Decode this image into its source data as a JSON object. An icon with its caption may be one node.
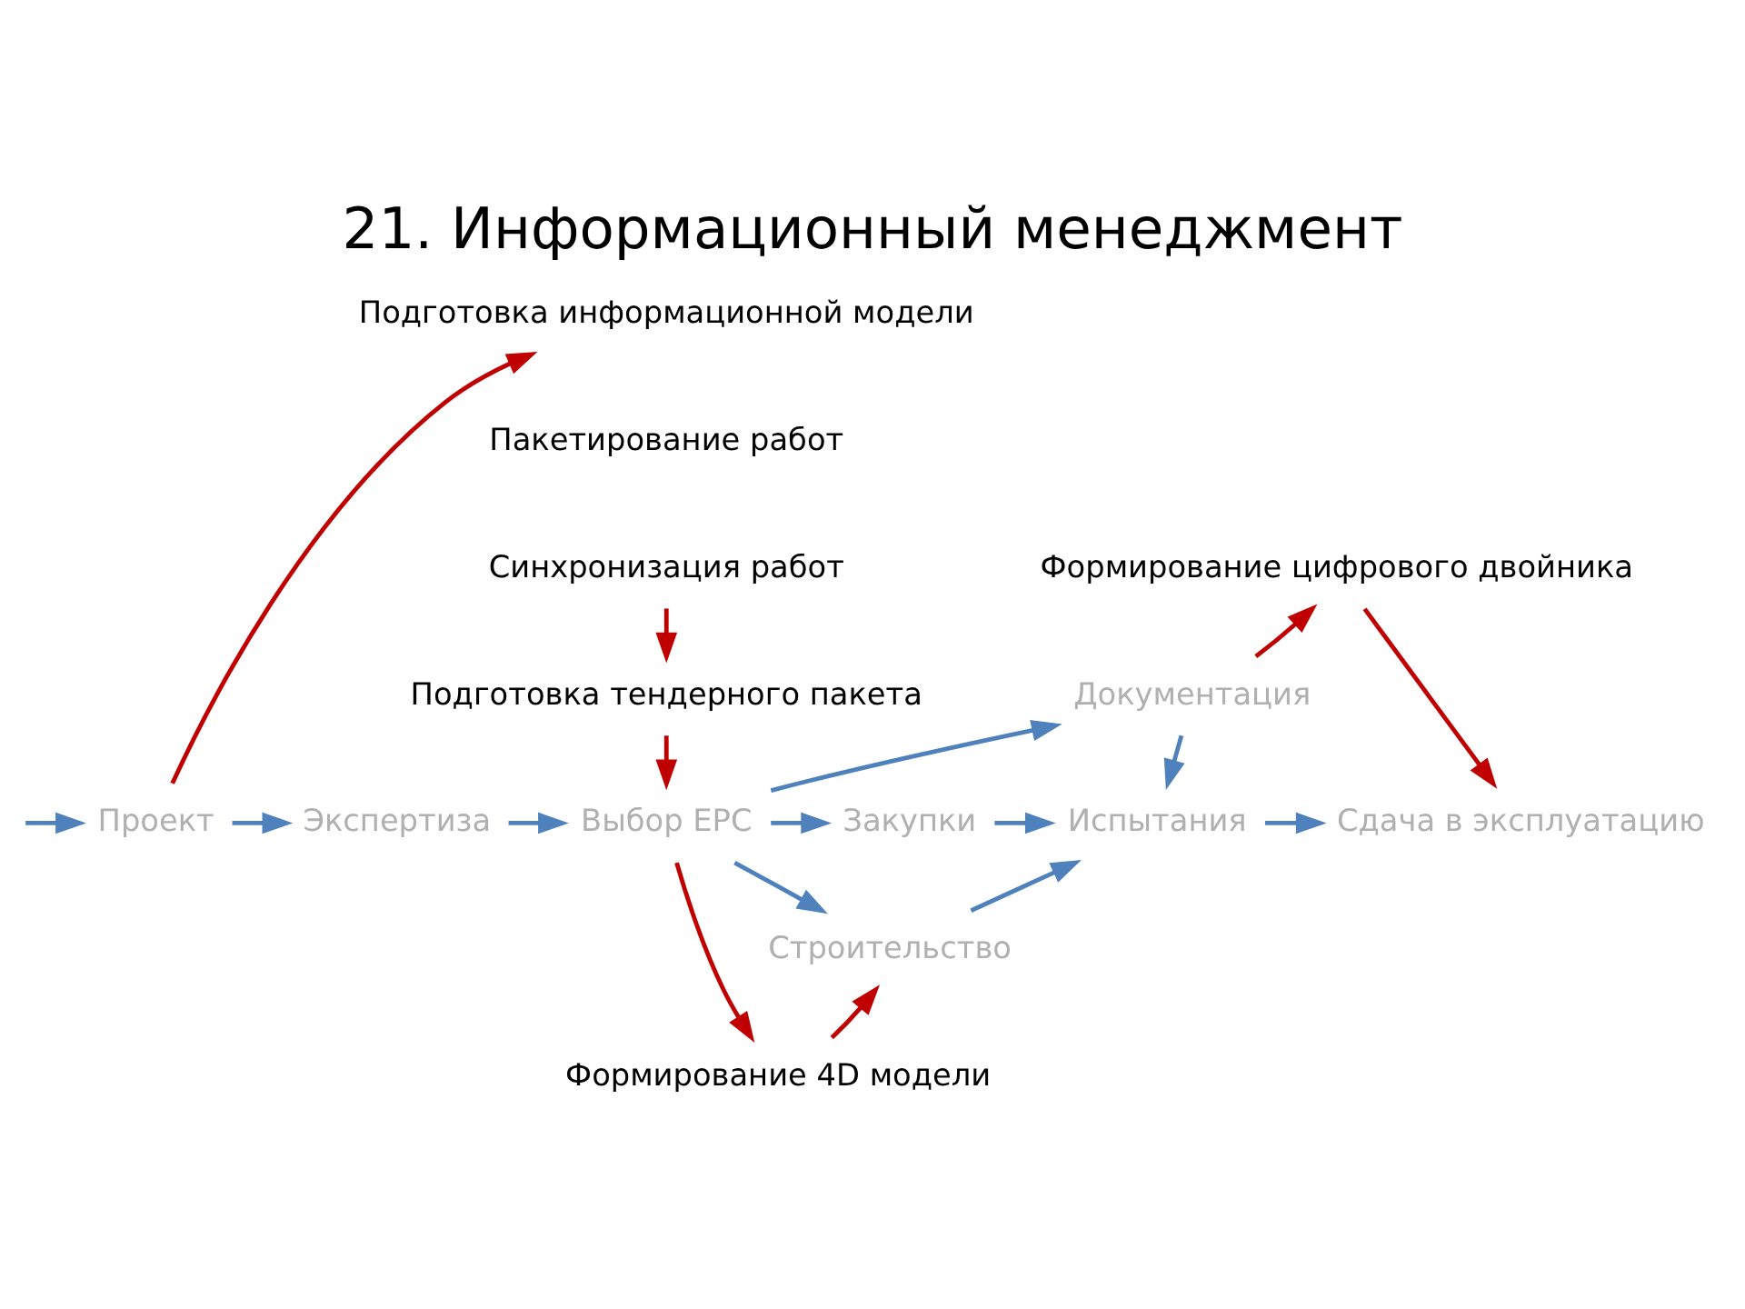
{
  "diagram": {
    "title": "21. Информационный менеджмент",
    "nodes": [
      {
        "text": [
          "Проект"
        ]
      },
      {
        "text": [
          "Экспертиза"
        ]
      },
      {
        "text": [
          "Выбор EPC"
        ]
      },
      {
        "text": [
          "Документация"
        ]
      },
      {
        "text": [
          "Закупки"
        ]
      },
      {
        "text": [
          "Строительство"
        ]
      },
      {
        "text": [
          "Испытания"
        ]
      },
      {
        "text": [
          "Сдача в эксплуатацию"
        ]
      },
      {
        "text": [
          "Подготовка информационной модели"
        ]
      },
      {
        "text": [
          "Пакетирование работ"
        ]
      },
      {
        "text": [
          "Синхронизация работ"
        ]
      },
      {
        "text": [
          "Подготовка тендерного пакета"
        ]
      },
      {
        "text": [
          "Формирование цифрового двойника"
        ]
      },
      {
        "text": [
          "Формирование 4D модели"
        ]
      }
    ],
    "edges": [
      {
        "from": null,
        "to": 0,
        "arrow": "to"
      },
      {
        "from": 0,
        "to": 1,
        "arrow": "to"
      },
      {
        "from": 1,
        "to": 2,
        "arrow": "to"
      },
      {
        "from": 2,
        "to": 3,
        "arrow": "to"
      },
      {
        "from": 2,
        "to": 4,
        "arrow": "to"
      },
      {
        "from": 2,
        "to": 5,
        "arrow": "to"
      },
      {
        "from": 3,
        "to": 6,
        "arrow": "to"
      },
      {
        "from": 4,
        "to": 6,
        "arrow": "to"
      },
      {
        "from": 5,
        "to": 6,
        "arrow": "to"
      },
      {
        "from": 6,
        "to": 7,
        "arrow": "to"
      },
      {
        "from": 0,
        "to": 8,
        "arrow": "to",
        "color": "#c00000"
      },
      {
        "from": 10,
        "to": 11,
        "arrow": "to",
        "color": "#c00000"
      },
      {
        "from": 11,
        "to": 2,
        "arrow": "to",
        "color": "#c00000"
      },
      {
        "from": 3,
        "to": 12,
        "arrow": "to",
        "color": "#c00000"
      },
      {
        "from": 12,
        "to": 7,
        "arrow": "to",
        "color": "#c00000"
      },
      {
        "from": 2,
        "to": 13,
        "arrow": "to",
        "color": "#c00000"
      },
      {
        "from": 13,
        "to": 5,
        "arrow": "to",
        "color": "#c00000"
      }
    ]
  }
}
